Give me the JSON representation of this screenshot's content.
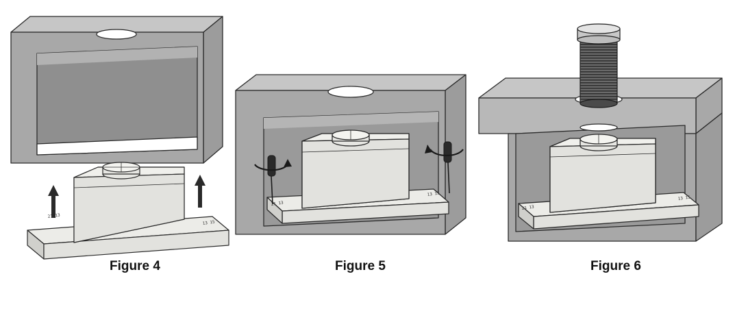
{
  "figures": [
    {
      "caption": "Figure 4"
    },
    {
      "caption": "Figure 5"
    },
    {
      "caption": "Figure 6"
    }
  ],
  "colors": {
    "outline": "#2a2a2a",
    "cabinet_front": "#a8a8a8",
    "cabinet_top": "#c6c6c6",
    "cabinet_side": "#9c9c9c",
    "cabinet_inner": "#8f8f8f",
    "inner_back": "#9a9a9a",
    "hood_body": "#e2e2de",
    "hood_plate": "#ecece8",
    "duct": "#5a5a5a"
  },
  "icons": [
    "up-arrow-icon",
    "screwdriver-icon",
    "rotation-arrow-icon",
    "flexible-duct-icon"
  ]
}
